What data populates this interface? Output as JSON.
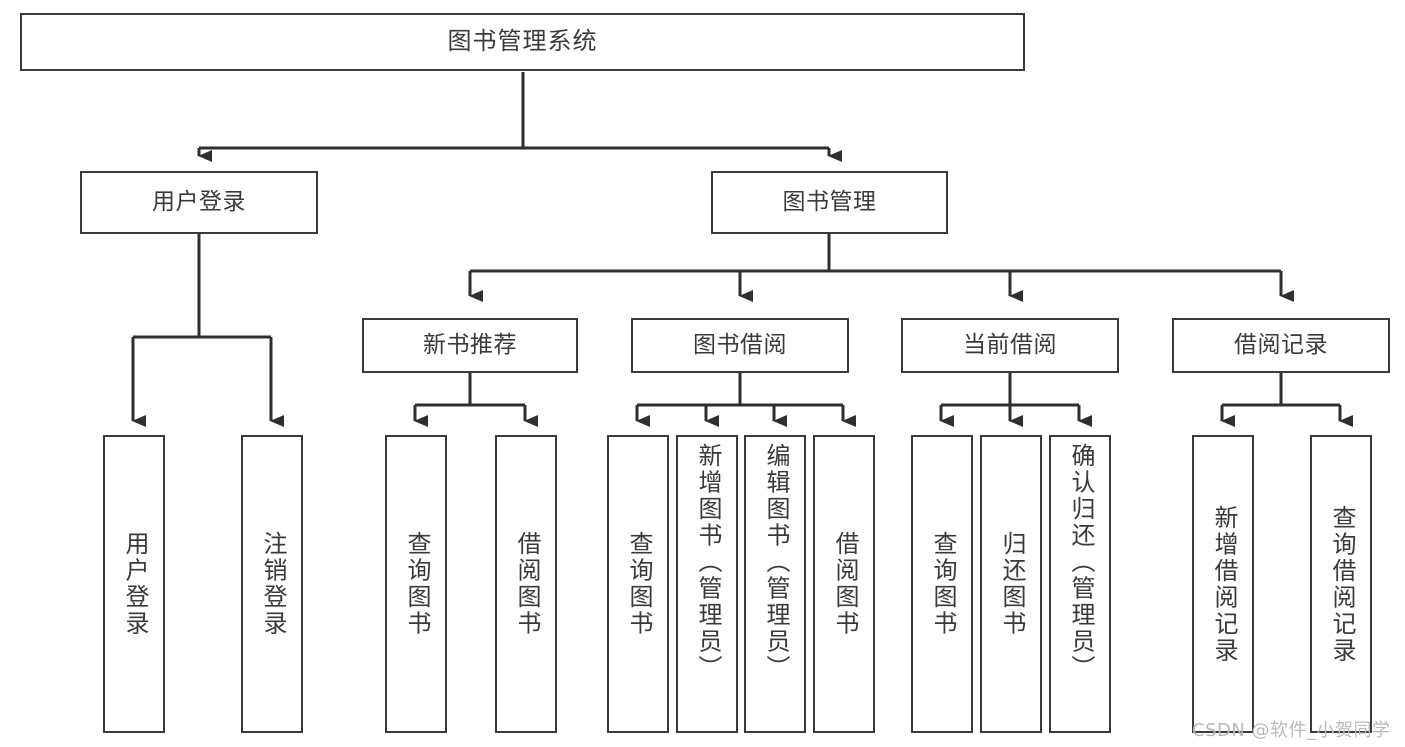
{
  "diagram": {
    "title": "图书管理系统",
    "type": "tree-hierarchy-chart",
    "watermark": "CSDN @软件_小贺同学",
    "colors": {
      "border": "#3b3b3b",
      "text": "#3a3a3a",
      "background": "#ffffff",
      "connector": "#2f2f2f",
      "watermark": "#b9b9b9"
    },
    "root": {
      "label": "图书管理系统"
    },
    "level1": [
      {
        "label": "用户登录"
      },
      {
        "label": "图书管理"
      }
    ],
    "level2": [
      {
        "label": "新书推荐"
      },
      {
        "label": "图书借阅"
      },
      {
        "label": "当前借阅"
      },
      {
        "label": "借阅记录"
      }
    ],
    "leaves": {
      "user_login": [
        {
          "label": "用户登录"
        },
        {
          "label": "注销登录"
        }
      ],
      "new_book_recommend": [
        {
          "label": "查询图书"
        },
        {
          "label": "借阅图书"
        }
      ],
      "book_borrow": [
        {
          "label": "查询图书"
        },
        {
          "label": "新增图书（管理员）"
        },
        {
          "label": "编辑图书（管理员）"
        },
        {
          "label": "借阅图书"
        }
      ],
      "current_borrow": [
        {
          "label": "查询图书"
        },
        {
          "label": "归还图书"
        },
        {
          "label": "确认归还（管理员）"
        }
      ],
      "borrow_record": [
        {
          "label": "新增借阅记录"
        },
        {
          "label": "查询借阅记录"
        }
      ]
    }
  }
}
